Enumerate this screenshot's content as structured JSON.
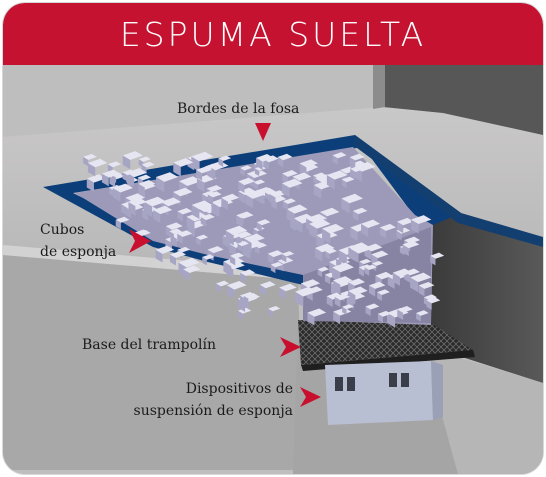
{
  "header": {
    "title": "ESPUMA SUELTA"
  },
  "labels": {
    "pit_edges": "Bordes de la fosa",
    "foam_cubes_line1": "Cubos",
    "foam_cubes_line2": "de esponja",
    "trampoline_base": "Base del trampolín",
    "suspension_line1": "Dispositivos de",
    "suspension_line2": "suspensión de esponja"
  },
  "colors": {
    "header_red": "#c41230",
    "arrow_red": "#c8102e",
    "pit_edge_blue": "#0c3f7a",
    "foam_lavender": "#b8b6d6"
  }
}
